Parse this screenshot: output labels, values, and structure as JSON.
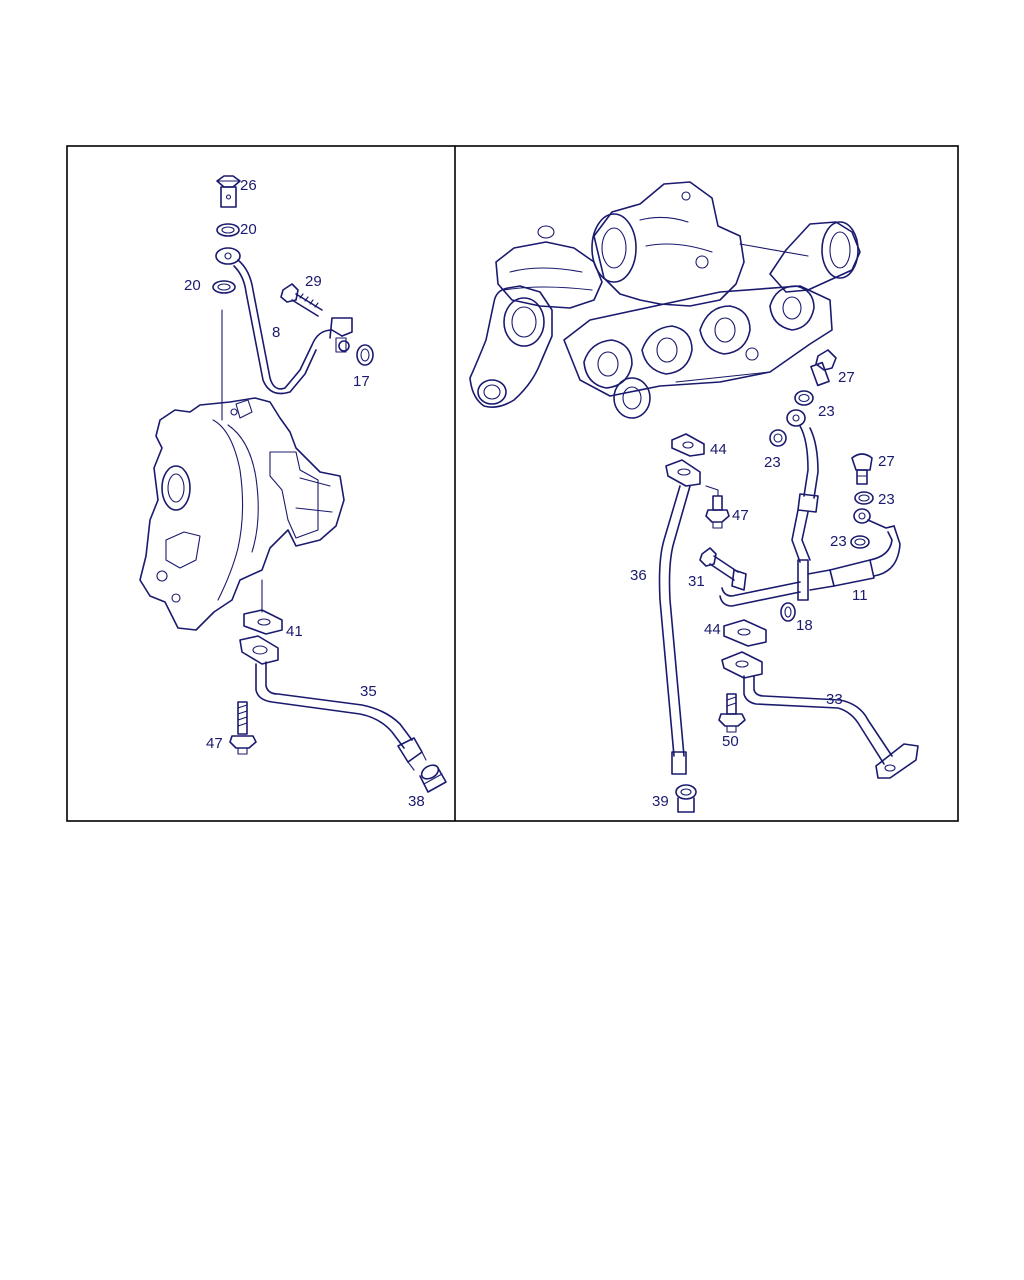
{
  "panels": {
    "left": {
      "labels": {
        "p26": "26",
        "p20a": "20",
        "p20b": "20",
        "p29": "29",
        "p8": "8",
        "p17": "17",
        "p41": "41",
        "p35": "35",
        "p47": "47",
        "p38": "38"
      }
    },
    "right": {
      "labels": {
        "p27a": "27",
        "p23a": "23",
        "p23b": "23",
        "p44a": "44",
        "p27b": "27",
        "p23c": "23",
        "p47": "47",
        "p23d": "23",
        "p36": "36",
        "p31": "31",
        "p11": "11",
        "p44b": "44",
        "p18": "18",
        "p33": "33",
        "p50": "50",
        "p39": "39"
      }
    }
  },
  "colors": {
    "line": "#1a1a6e",
    "frame": "#000000",
    "background": "#ffffff"
  }
}
